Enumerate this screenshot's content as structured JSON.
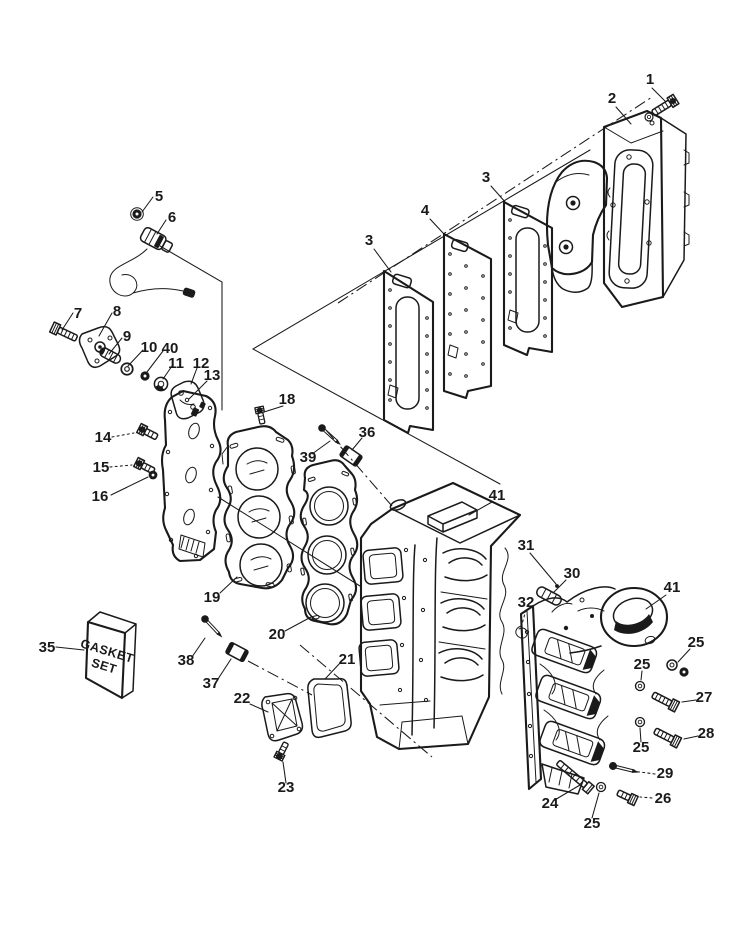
{
  "figure": {
    "kind": "exploded-parts-diagram",
    "subject": "outboard engine cylinder block, heads, gaskets and exhaust covers",
    "background": "#ffffff",
    "line_color": "#1a1a1a"
  },
  "gasket_box": {
    "line1": "GASKET",
    "line2": "SET"
  },
  "callouts": [
    "1",
    "2",
    "3",
    "4",
    "3",
    "5",
    "6",
    "7",
    "8",
    "9",
    "10",
    "40",
    "11",
    "12",
    "13",
    "14",
    "15",
    "16",
    "18",
    "39",
    "36",
    "19",
    "20",
    "38",
    "37",
    "35",
    "22",
    "21",
    "23",
    "41",
    "31",
    "30",
    "32",
    "41",
    "25",
    "25",
    "27",
    "25",
    "28",
    "29",
    "26",
    "24",
    "25"
  ]
}
